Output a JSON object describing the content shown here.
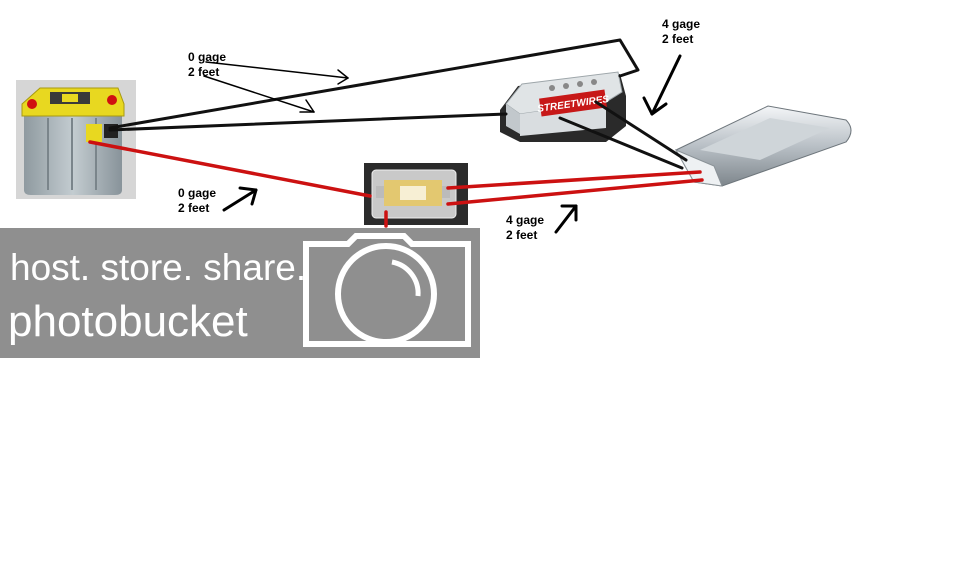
{
  "labels": {
    "black_0": {
      "gage": "0 gage",
      "length": "2 feet"
    },
    "red_0": {
      "gage": "0 gage",
      "length": "2 feet"
    },
    "black_4": {
      "gage": "4 gage",
      "length": "2 feet"
    },
    "red_4": {
      "gage": "4 gage",
      "length": "2 feet"
    }
  },
  "device_text": {
    "distribution_block": "STREETWIRES"
  },
  "watermark": {
    "line1": "host. store. share.",
    "line2": "photobucket"
  },
  "colors": {
    "ground_wire": "#111111",
    "power_wire": "#cc1111",
    "battery_body": "#e8d820",
    "watermark_bg": "#8f8f8f"
  },
  "icons": [
    "battery-icon",
    "fuse-holder-icon",
    "distribution-block-icon",
    "amplifier-icon",
    "camera-icon"
  ]
}
